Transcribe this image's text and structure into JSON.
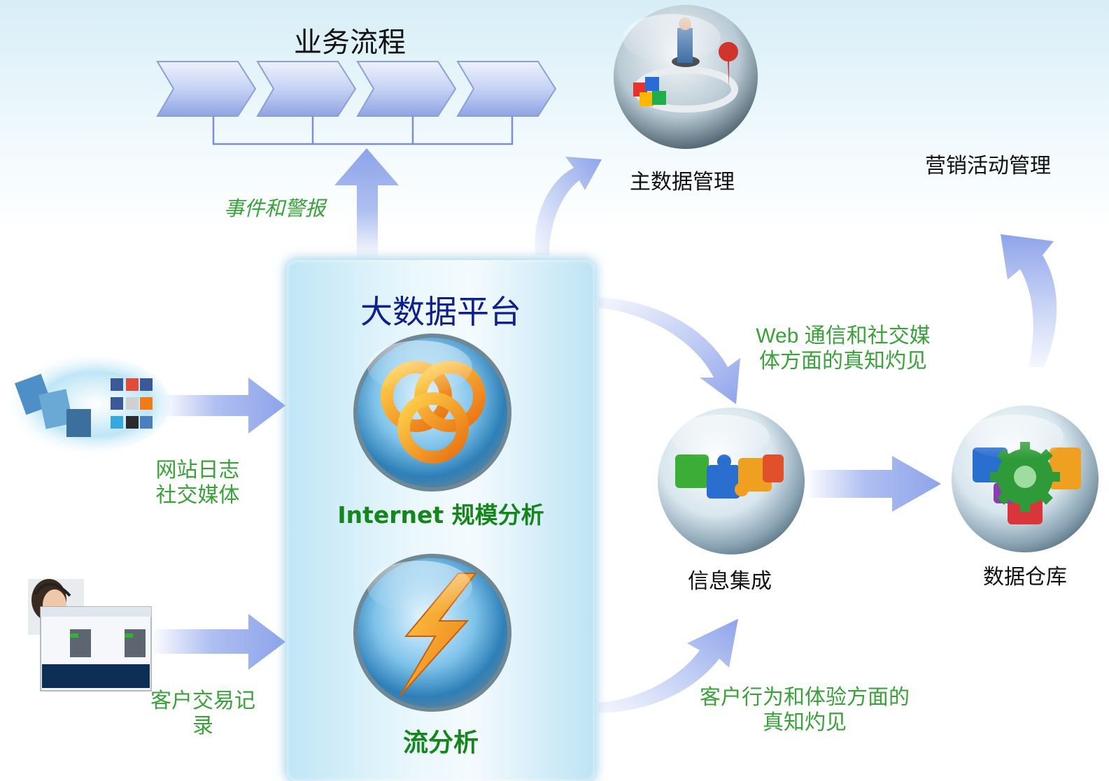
{
  "business_process": {
    "title": "业务流程",
    "steps": 4
  },
  "events_label": "事件和警报",
  "platform": {
    "title": "大数据平台",
    "internet_label": "Internet 规模分析",
    "stream_label": "流分析"
  },
  "master_data": {
    "label": "主数据管理",
    "icon": "master-data-globe-icon"
  },
  "marketing": {
    "label": "营销活动管理"
  },
  "web_insight": {
    "line1": "Web 通信和社交媒",
    "line2": "体方面的真知灼见"
  },
  "info_integration": {
    "label": "信息集成",
    "icon": "puzzle-globe-icon"
  },
  "data_warehouse": {
    "label": "数据仓库",
    "icon": "gear-puzzle-globe-icon"
  },
  "web_logs": {
    "line1": "网站日志",
    "line2": "社交媒体",
    "icon": "social-media-globe-icon"
  },
  "transactions": {
    "line1": "客户交易记",
    "line2": "录",
    "icon": "call-center-agent-icon"
  },
  "customer_insight": {
    "line1": "客户行为和体验方面的",
    "line2": "真知灼见"
  },
  "colors": {
    "arrow": "#93a9ec",
    "green": "#3aa23a",
    "dark_green": "#14861b",
    "navy": "#0f1f8f",
    "platform": "#d6eff9"
  }
}
